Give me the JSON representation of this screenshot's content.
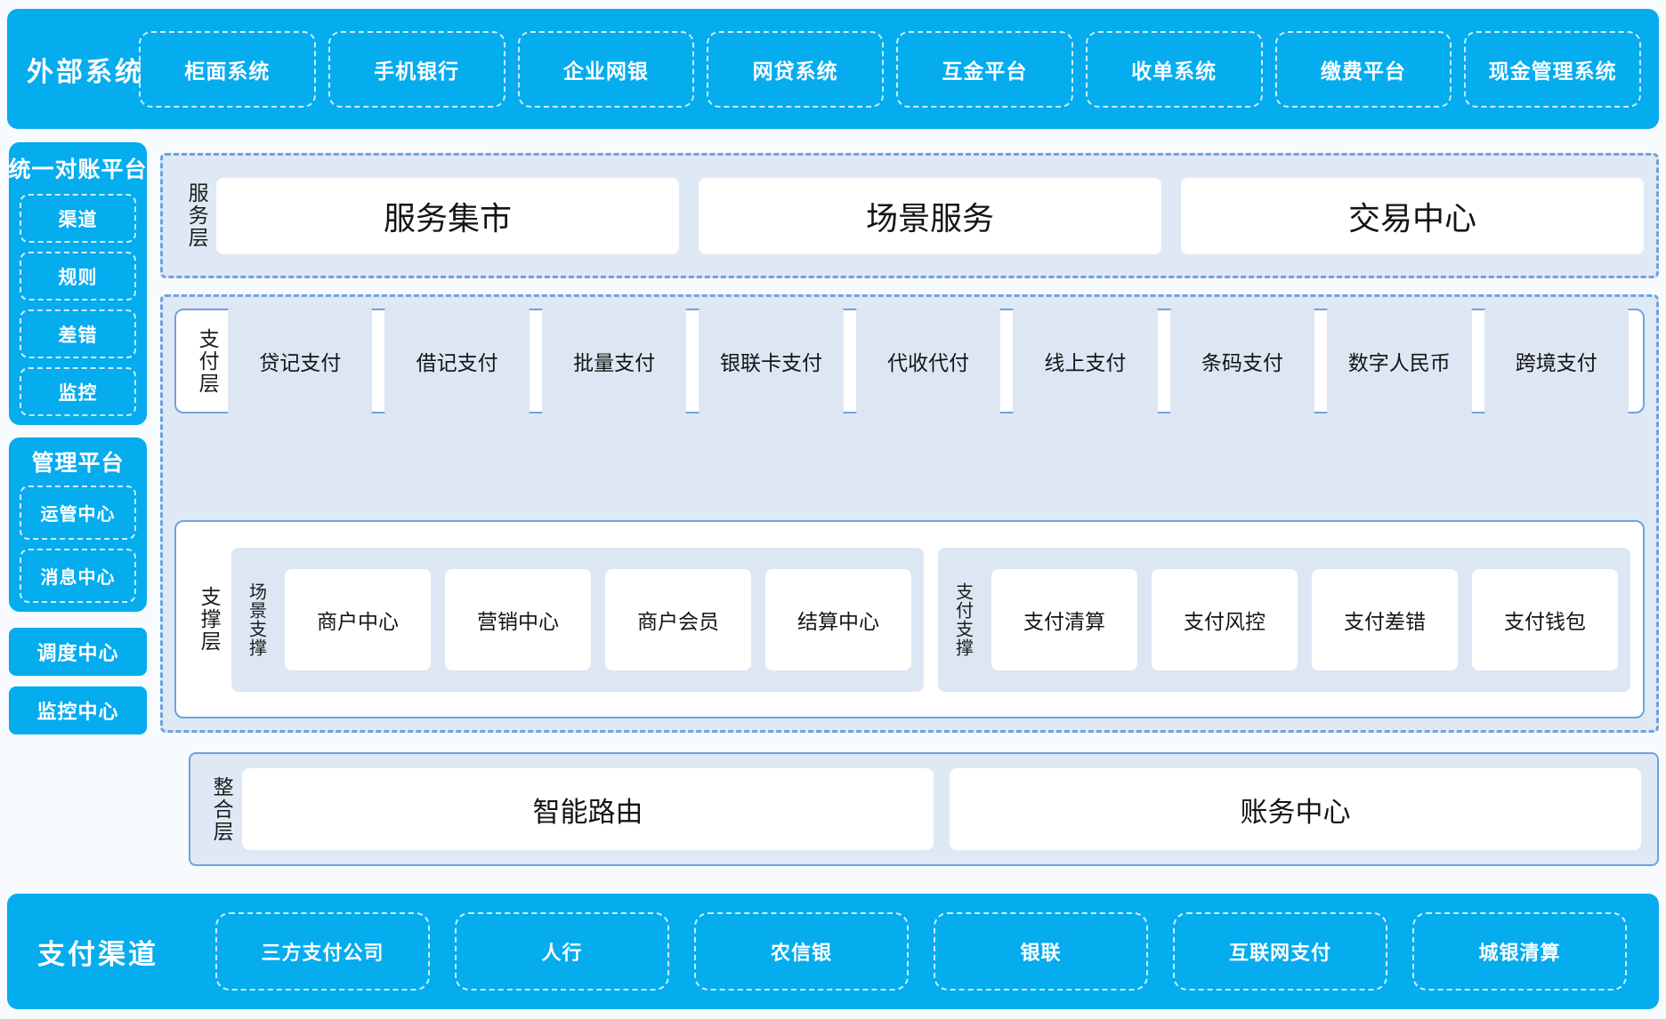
{
  "external_systems": {
    "title": "外部系统",
    "items": [
      "柜面系统",
      "手机银行",
      "企业网银",
      "网贷系统",
      "互金平台",
      "收单系统",
      "缴费平台",
      "现金管理系统"
    ]
  },
  "sidebar": {
    "reconciliation": {
      "title": "统一对账平台",
      "items": [
        "渠道",
        "规则",
        "差错",
        "监控"
      ]
    },
    "management": {
      "title": "管理平台",
      "items": [
        "运管中心",
        "消息中心"
      ]
    },
    "standalone": [
      "调度中心",
      "监控中心"
    ]
  },
  "service_layer": {
    "label": "服务层",
    "items": [
      "服务集市",
      "场景服务",
      "交易中心"
    ]
  },
  "payment_layer": {
    "label": "支付层",
    "items": [
      "贷记支付",
      "借记支付",
      "批量支付",
      "银联卡支付",
      "代收代付",
      "线上支付",
      "条码支付",
      "数字人民币",
      "跨境支付"
    ]
  },
  "support_layer": {
    "label": "支撑层",
    "groups": [
      {
        "label": "场景支撑",
        "items": [
          "商户中心",
          "营销中心",
          "商户会员",
          "结算中心"
        ]
      },
      {
        "label": "支付支撑",
        "items": [
          "支付清算",
          "支付风控",
          "支付差错",
          "支付钱包"
        ]
      }
    ]
  },
  "integration_layer": {
    "label": "整合层",
    "items": [
      "智能路由",
      "账务中心"
    ]
  },
  "payment_channels": {
    "title": "支付渠道",
    "items": [
      "三方支付公司",
      "人行",
      "农信银",
      "银联",
      "互联网支付",
      "城银清算"
    ]
  },
  "colors": {
    "brand_cyan": "#05acee",
    "panel_border_blue": "#6fa2de",
    "group_bg": "#dfe9f6",
    "tile_bg": "#dde7f4",
    "page_bg": "#f8fbfd"
  }
}
